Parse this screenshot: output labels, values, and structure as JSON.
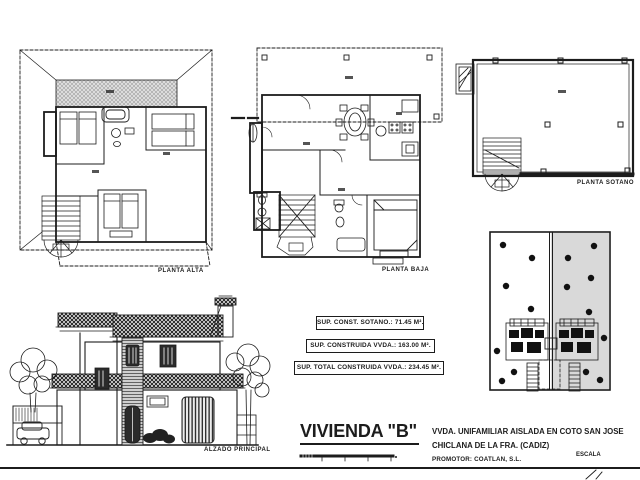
{
  "sheet": {
    "background": "#ffffff",
    "ink": "#1c1c1c",
    "site_plot_fill": "#d9d9d9",
    "roof_hatch_fill": "#dcdcdc"
  },
  "plans": {
    "planta_alta": {
      "label": "PLANTA ALTA"
    },
    "planta_baja": {
      "label": "PLANTA BAJA"
    },
    "planta_sotano": {
      "label": "PLANTA SOTANO"
    },
    "alzado_principal": {
      "label": "ALZADO PRINCIPAL"
    }
  },
  "area_summary": {
    "items": [
      {
        "text": "SUP. CONST. SOTANO.:  71.45 M²."
      },
      {
        "text": "SUP. CONSTRUIDA VVDA.:  163.00 M²."
      },
      {
        "text": "SUP. TOTAL CONSTRUIDA VVDA.:  234.45 M²."
      }
    ]
  },
  "title_block": {
    "title": "VIVIENDA \"B\"",
    "project_line1": "VVDA. UNIFAMILIAR AISLADA EN COTO SAN JOSE",
    "project_line2": "CHICLANA DE LA FRA. (CADIZ)",
    "promoter": "PROMOTOR: COATLAN, S.L.",
    "scale_label": "ESCALA"
  }
}
